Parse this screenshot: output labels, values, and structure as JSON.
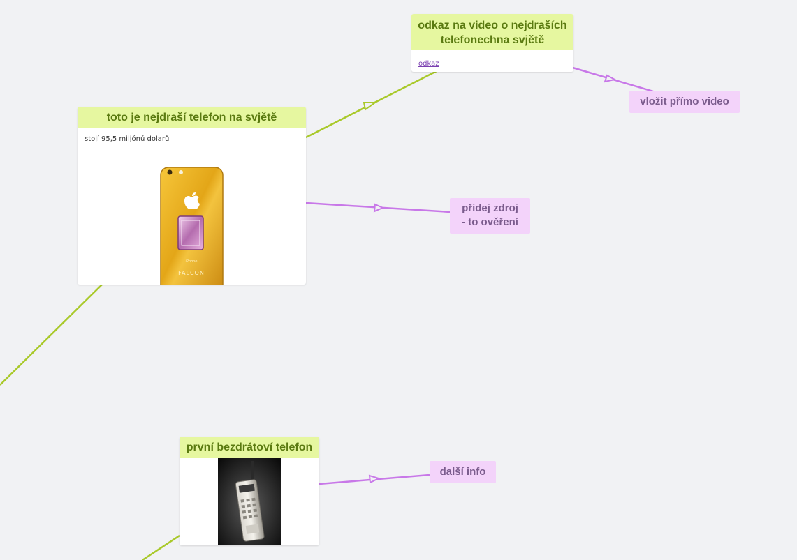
{
  "canvas": {
    "background_color": "#f1f2f4",
    "header_color": "#e6f7a0",
    "header_text_color": "#5a7a10",
    "note_color": "#f3d3fa",
    "note_text_color": "#7b5c8d",
    "green_connector_color": "#a9c92a",
    "purple_connector_color": "#c878e8"
  },
  "cards": {
    "expensive_phone": {
      "title": "toto je nejdraší telefon na svjětě",
      "caption": "stojí 95,5 miljónú dolarů",
      "image_description": "zlatý iPhone Falcon"
    },
    "video_link": {
      "title_line1": "odkaz na video o nejdraších",
      "title_line2": "telefonechna svjětě",
      "link_text": "odkaz"
    },
    "first_wireless": {
      "title": "první bezdrátoví telefon",
      "image_description": "Motorola DynaTAC"
    }
  },
  "notes": {
    "embed_video": "vložit přímo video",
    "add_source_line1": "přidej zdroj",
    "add_source_line2": "- to ověření",
    "more_info": "další info"
  },
  "icons": {
    "apple_logo": "apple-logo-icon",
    "phone_brand_text_1": "iPhone",
    "phone_brand_text_2": "FALCON"
  }
}
